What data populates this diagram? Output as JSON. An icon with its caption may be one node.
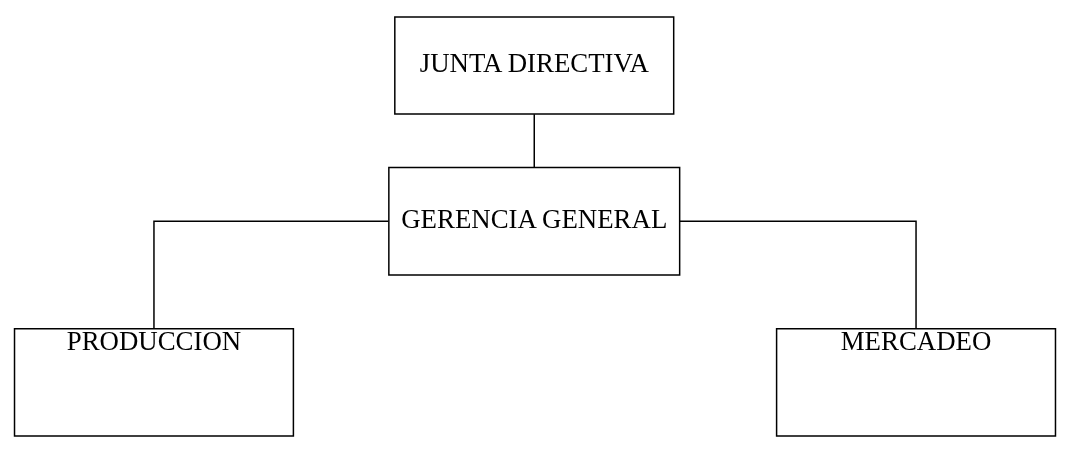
{
  "diagram": {
    "nodes": [
      {
        "text": [
          "JUNTA DIRECTIVA"
        ]
      },
      {
        "text": [
          "GERENCIA GENERAL"
        ]
      },
      {
        "text": [
          "PRODUCCION"
        ]
      },
      {
        "text": [
          "MERCADEO"
        ]
      }
    ],
    "edges": [
      {
        "from": 0,
        "to": 1,
        "arrow": "none"
      },
      {
        "from": 1,
        "to": 2,
        "arrow": "none"
      },
      {
        "from": 1,
        "to": 3,
        "arrow": "none"
      }
    ]
  }
}
